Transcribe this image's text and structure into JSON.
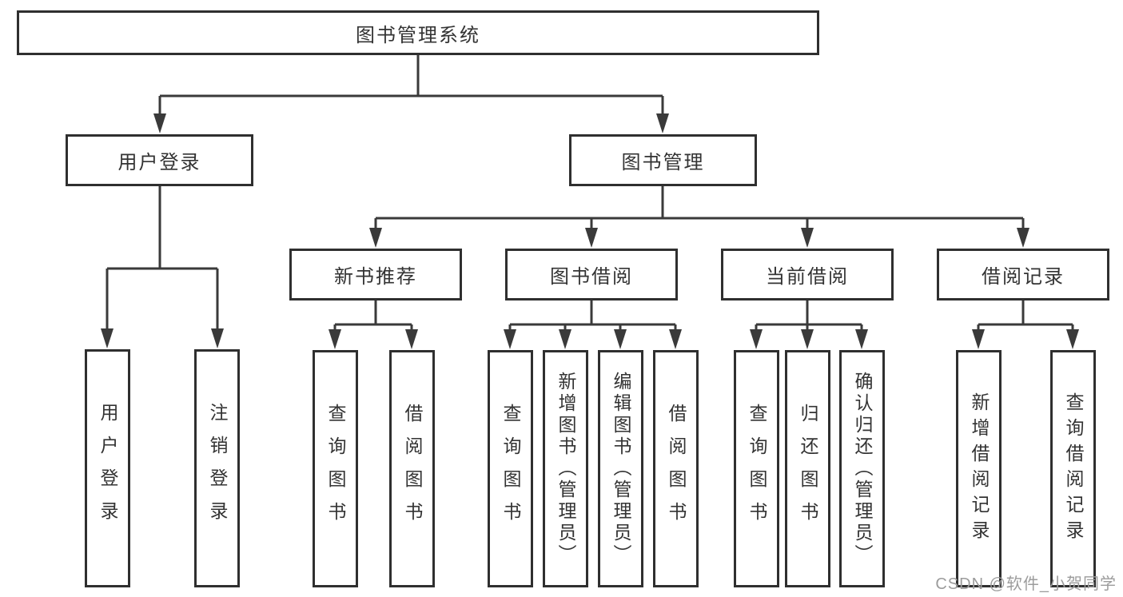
{
  "tree": {
    "root": "图书管理系统",
    "children": [
      {
        "label": "用户登录",
        "children": [
          {
            "label": "用户登录"
          },
          {
            "label": "注销登录"
          }
        ]
      },
      {
        "label": "图书管理",
        "children": [
          {
            "label": "新书推荐",
            "children": [
              {
                "label": "查询图书"
              },
              {
                "label": "借阅图书"
              }
            ]
          },
          {
            "label": "图书借阅",
            "children": [
              {
                "label": "查询图书"
              },
              {
                "label": "新增图书（管理员）"
              },
              {
                "label": "编辑图书（管理员）"
              },
              {
                "label": "借阅图书"
              }
            ]
          },
          {
            "label": "当前借阅",
            "children": [
              {
                "label": "查询图书"
              },
              {
                "label": "归还图书"
              },
              {
                "label": "确认归还（管理员）"
              }
            ]
          },
          {
            "label": "借阅记录",
            "children": [
              {
                "label": "新增借阅记录"
              },
              {
                "label": "查询借阅记录"
              }
            ]
          }
        ]
      }
    ]
  },
  "watermark": "CSDN @软件_小贺同学",
  "colors": {
    "line": "#3a3a3a",
    "border": "#2f2f2f",
    "text": "#333333",
    "watermark": "#9c9c9c",
    "background": "#ffffff"
  }
}
